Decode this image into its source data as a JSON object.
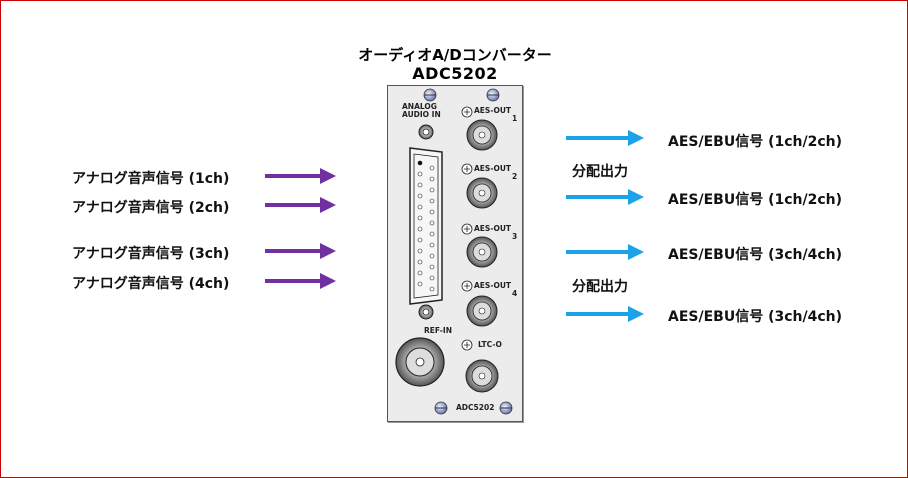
{
  "title": {
    "line1": "オーディオA/Dコンバーター",
    "line2": "ADC5202"
  },
  "inputs": [
    "アナログ音声信号 (1ch)",
    "アナログ音声信号 (2ch)",
    "アナログ音声信号 (3ch)",
    "アナログ音声信号 (4ch)"
  ],
  "outputs": [
    "AES/EBU信号 (1ch/2ch)",
    "AES/EBU信号 (1ch/2ch)",
    "AES/EBU信号 (3ch/4ch)",
    "AES/EBU信号 (3ch/4ch)"
  ],
  "distribution_labels": [
    "分配出力",
    "分配出力"
  ],
  "panel": {
    "analog_label_1": "ANALOG",
    "analog_label_2": "AUDIO IN",
    "aes_out": [
      "AES-OUT",
      "AES-OUT",
      "AES-OUT",
      "AES-OUT"
    ],
    "aes_nums": [
      "1",
      "2",
      "3",
      "4"
    ],
    "ref_in": "REF-IN",
    "ltc_o": "LTC-O",
    "model": "ADC5202"
  },
  "colors": {
    "input_arrow": "#7030a0",
    "output_arrow": "#1aa3e8",
    "border": "#cc0000"
  }
}
